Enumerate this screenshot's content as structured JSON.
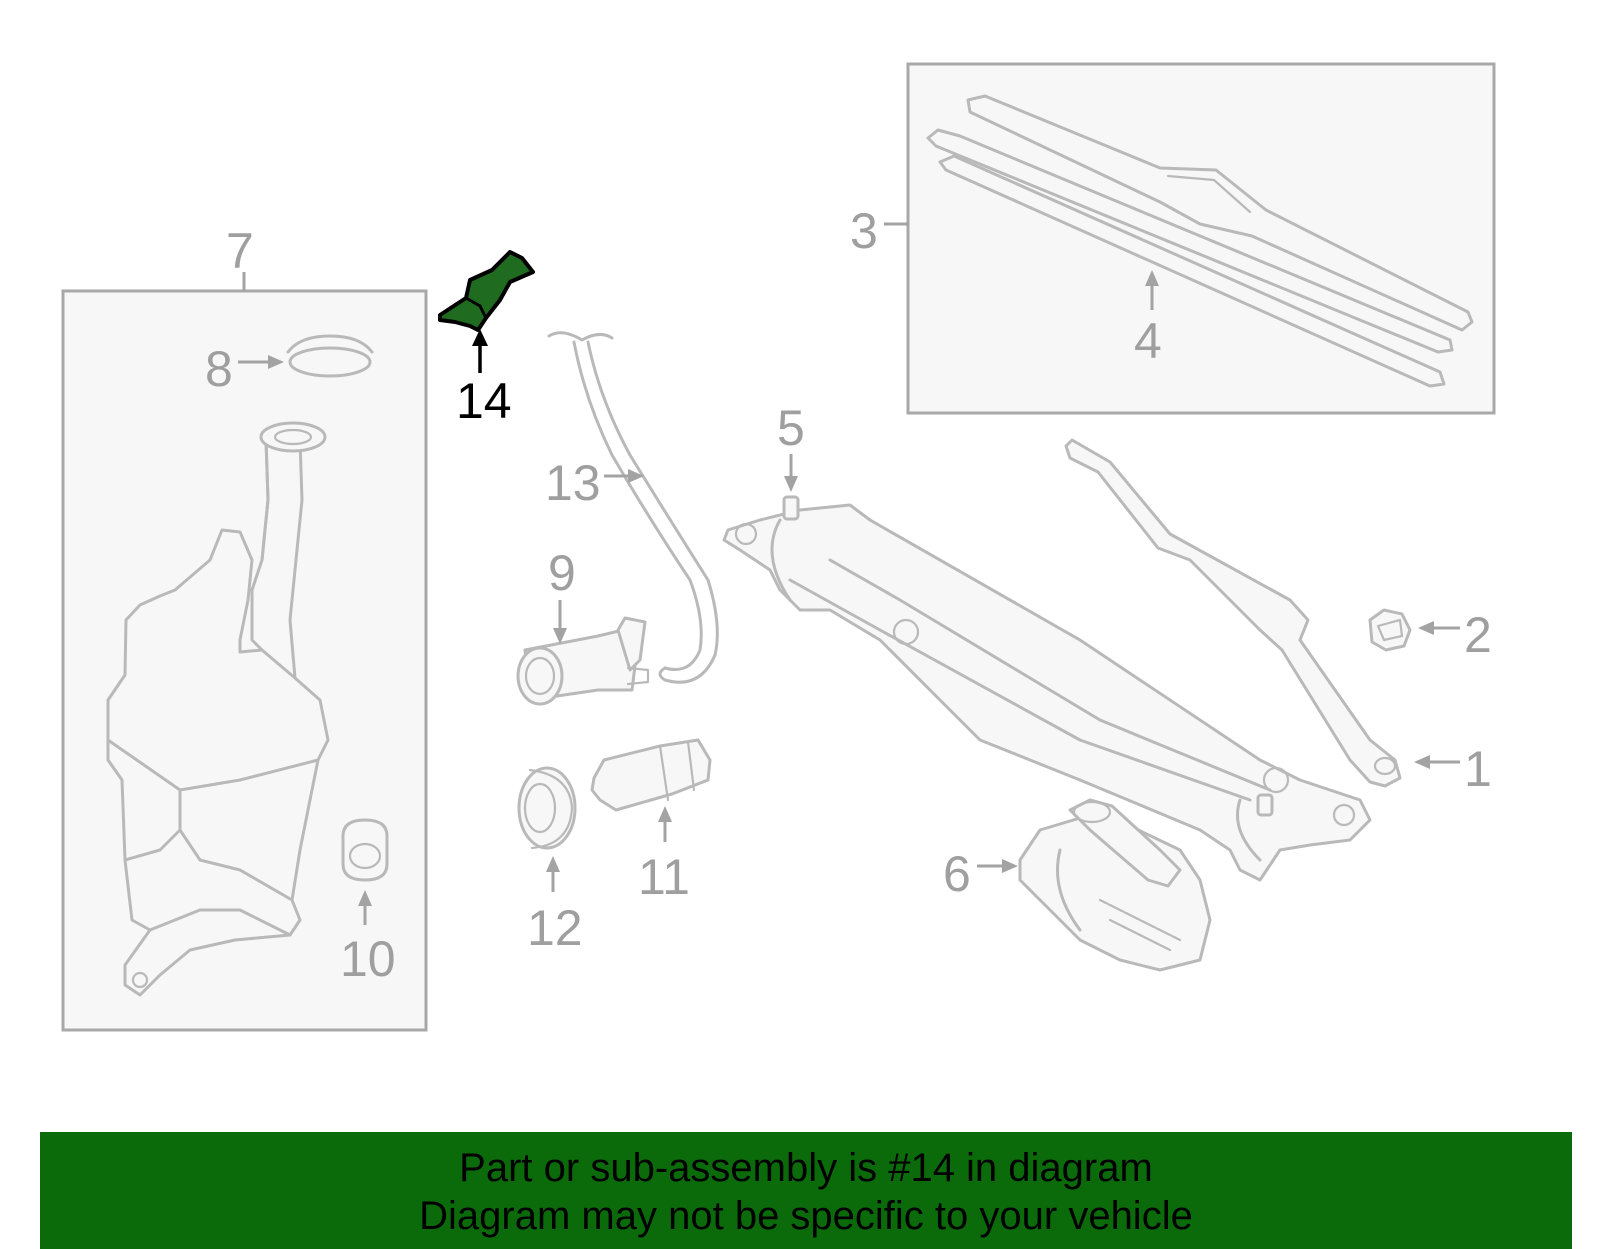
{
  "diagram": {
    "highlight_color": "#1f6b1f",
    "callouts": {
      "c1": "1",
      "c2": "2",
      "c3": "3",
      "c4": "4",
      "c5": "5",
      "c6": "6",
      "c7": "7",
      "c8": "8",
      "c9": "9",
      "c10": "10",
      "c11": "11",
      "c12": "12",
      "c13": "13",
      "c14": "14"
    },
    "highlighted_part": "14"
  },
  "banner": {
    "background": "#0b6b0b",
    "line1": "Part or sub-assembly is #14 in diagram",
    "line2": "Diagram may not be specific to your vehicle"
  }
}
